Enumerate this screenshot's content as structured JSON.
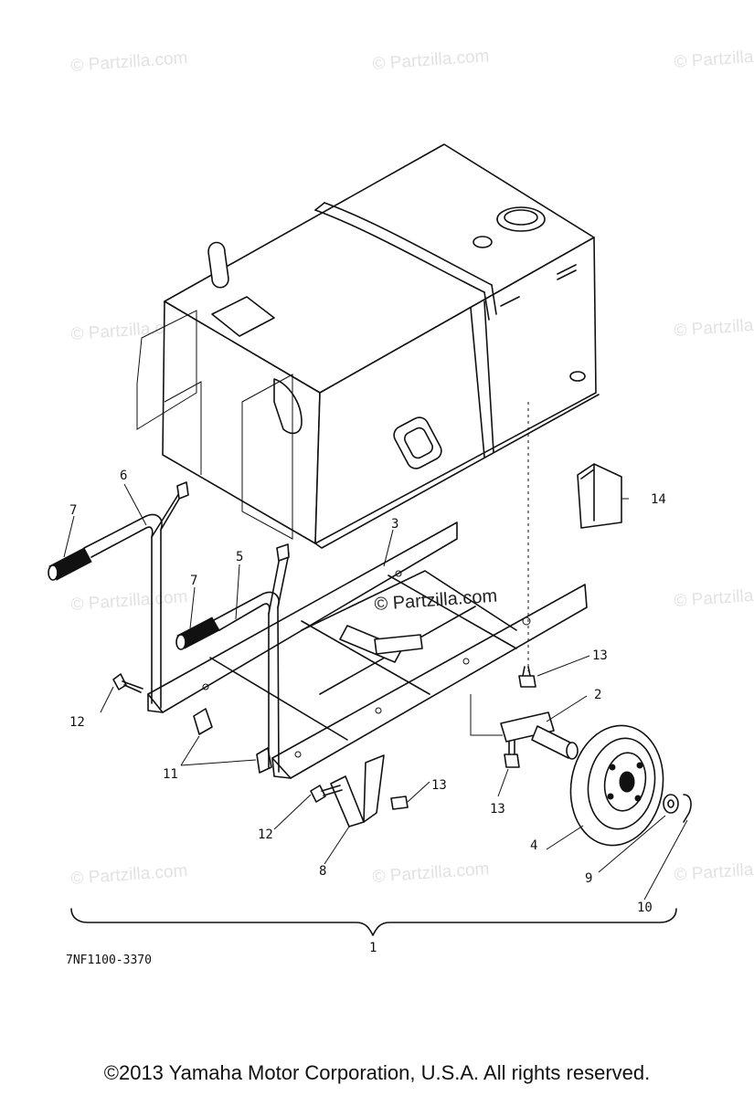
{
  "watermarks": {
    "faint": "© Partzilla.com",
    "center": "© Partzilla.com"
  },
  "callouts": {
    "c1": "1",
    "c2": "2",
    "c3": "3",
    "c4": "4",
    "c5": "5",
    "c6": "6",
    "c7a": "7",
    "c7b": "7",
    "c8": "8",
    "c9": "9",
    "c10": "10",
    "c11": "11",
    "c12a": "12",
    "c12b": "12",
    "c13a": "13",
    "c13b": "13",
    "c13c": "13",
    "c14": "14"
  },
  "diagram_ref": "7NF1100-3370",
  "copyright": "©2013  Yamaha Motor Corporation, U.S.A. All rights reserved."
}
